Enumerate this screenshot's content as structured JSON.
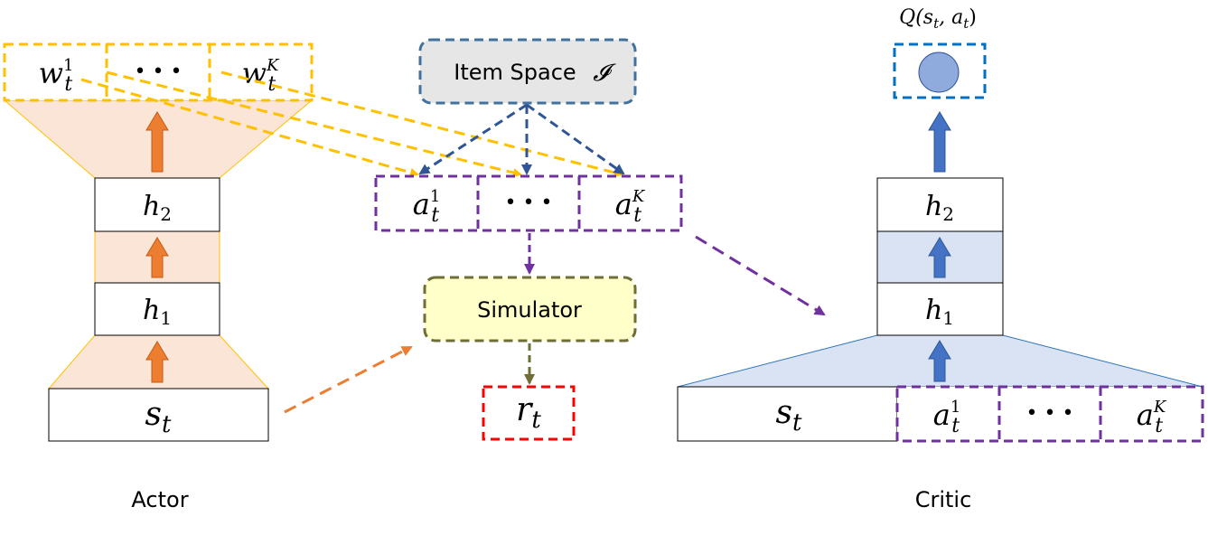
{
  "actor": {
    "label": "Actor",
    "state": {
      "sym": "s",
      "sub": "t"
    },
    "h1": {
      "sym": "h",
      "sub": "1"
    },
    "h2": {
      "sym": "h",
      "sub": "2"
    },
    "weights": [
      {
        "sym": "w",
        "sub": "t",
        "sup": "1"
      },
      {
        "dots": "• • •"
      },
      {
        "sym": "w",
        "sub": "t",
        "sup": "K"
      }
    ]
  },
  "item_space": {
    "label": "Item Space",
    "symbol": "𝓘"
  },
  "actions": [
    {
      "sym": "a",
      "sub": "t",
      "sup": "1"
    },
    {
      "dots": "• • •"
    },
    {
      "sym": "a",
      "sub": "t",
      "sup": "K"
    }
  ],
  "simulator": {
    "label": "Simulator"
  },
  "reward": {
    "sym": "r",
    "sub": "t"
  },
  "critic": {
    "label": "Critic",
    "q_label": "Q(s",
    "q_sub1": "t",
    "q_mid": ", a",
    "q_sub2": "t",
    "q_end": ")",
    "state": {
      "sym": "s",
      "sub": "t"
    },
    "h1": {
      "sym": "h",
      "sub": "1"
    },
    "h2": {
      "sym": "h",
      "sub": "2"
    },
    "actions": [
      {
        "sym": "a",
        "sub": "t",
        "sup": "1"
      },
      {
        "dots": "• • •"
      },
      {
        "sym": "a",
        "sub": "t",
        "sup": "K"
      }
    ]
  },
  "colors": {
    "actor_fill": "#fbe5d6",
    "actor_arrow": "#ed7d31",
    "weight_border": "#ffc000",
    "item_border": "#41719c",
    "item_fill": "#e7e6e6",
    "action_border": "#7030a0",
    "action_arrow": "#2f5597",
    "sim_fill": "#ffffc9",
    "sim_border": "#6e6e36",
    "reward_border": "#ff0000",
    "critic_fill": "#dae3f3",
    "critic_arrow": "#4472c4",
    "q_border": "#0070c0",
    "q_circle": "#8faadc"
  }
}
